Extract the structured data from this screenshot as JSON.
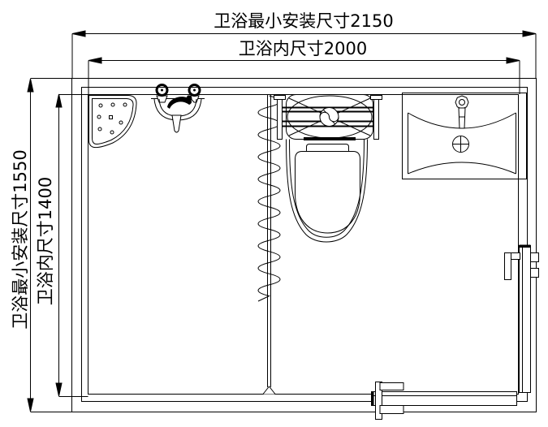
{
  "canvas": {
    "background_color": "#ffffff",
    "line_color": "#000000"
  },
  "dimensions": {
    "top_outer": {
      "label": "卫浴最小安装尺寸2150",
      "value": "2150"
    },
    "top_inner": {
      "label": "卫浴内尺寸2000",
      "value": "2000"
    },
    "left_outer": {
      "label": "卫浴最小安装尺寸1550",
      "value": "1550"
    },
    "left_inner": {
      "label": "卫浴内尺寸1400",
      "value": "1400"
    }
  },
  "fixtures": [
    "corner-shelf-icon",
    "shower-mixer-faucet-icon",
    "shower-curtain-icon",
    "toilet-with-grab-rails-icon",
    "wash-basin-icon",
    "sliding-door-panels-icon"
  ]
}
